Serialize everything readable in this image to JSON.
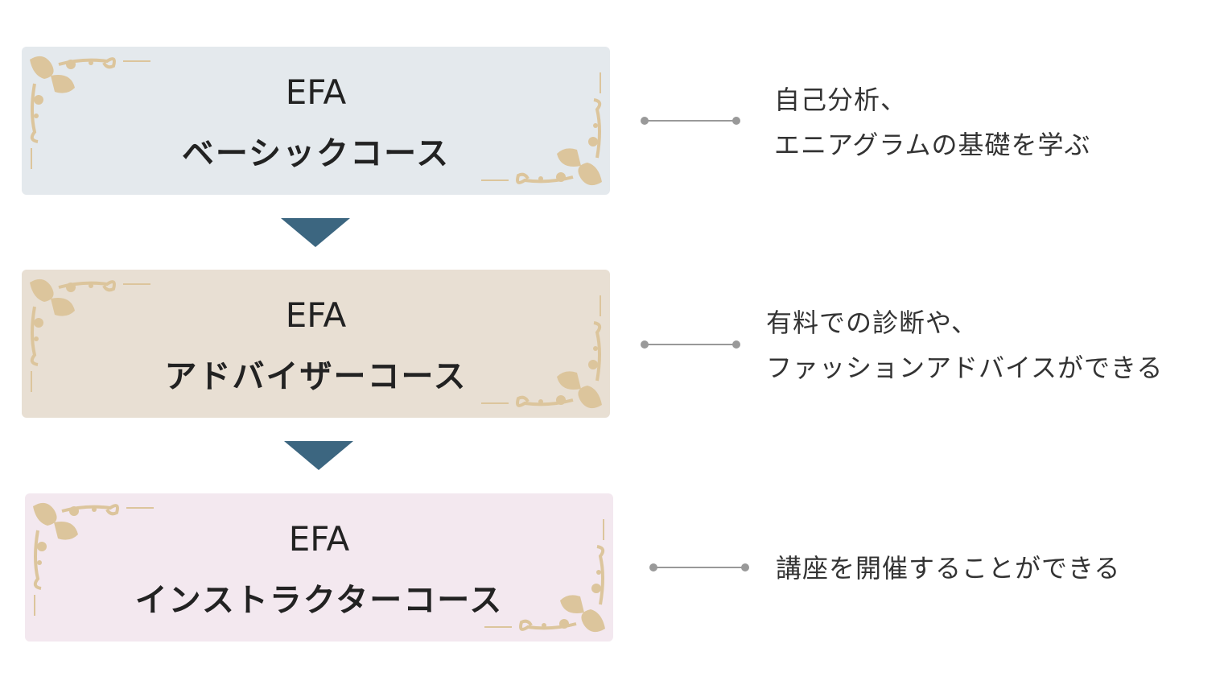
{
  "colors": {
    "box1": "#e4e9ed",
    "box2": "#e8dfd3",
    "box3": "#f3e8ef",
    "arrow": "#3c6680",
    "ornament": "#dcc59c"
  },
  "courses": [
    {
      "title": "EFA",
      "name": "ベーシックコース",
      "desc": [
        "自己分析、",
        "エニアグラムの基礎を学ぶ"
      ]
    },
    {
      "title": "EFA",
      "name": "アドバイザーコース",
      "desc": [
        "有料での診断や、",
        "ファッションアドバイスができる"
      ]
    },
    {
      "title": "EFA",
      "name": "インストラクターコース",
      "desc": [
        "講座を開催することができる"
      ]
    }
  ]
}
